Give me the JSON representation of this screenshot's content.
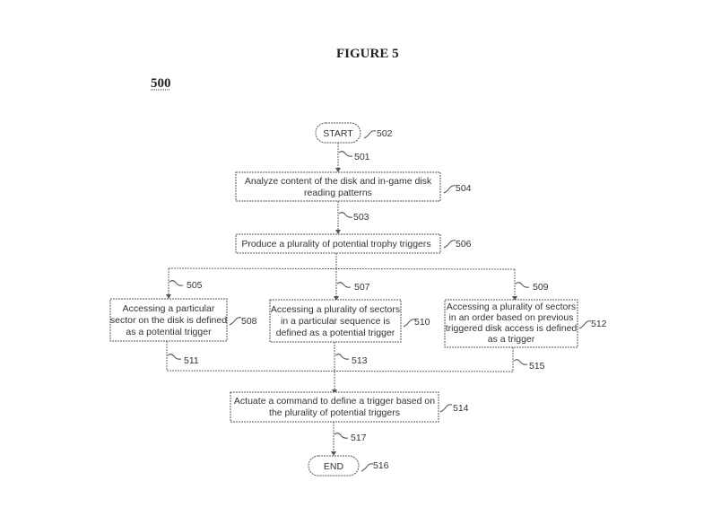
{
  "figure": {
    "title": "FIGURE 5",
    "number": "500"
  },
  "nodes": {
    "start": {
      "label": "START",
      "ref": "502"
    },
    "analyze": {
      "lines": [
        "Analyze content of the disk and in-game disk",
        "reading patterns"
      ],
      "ref": "504"
    },
    "produce": {
      "lines": [
        "Produce a plurality of potential trophy triggers"
      ],
      "ref": "506"
    },
    "branch_left": {
      "lines": [
        "Accessing a particular",
        "sector on the disk is defined",
        "as a potential trigger"
      ],
      "ref": "508"
    },
    "branch_mid": {
      "lines": [
        "Accessing a plurality of sectors",
        "in a particular sequence is",
        "defined as a potential trigger"
      ],
      "ref": "510"
    },
    "branch_right": {
      "lines": [
        "Accessing a plurality of sectors",
        "in an order based on previous",
        "triggered disk access is defined",
        "as a trigger"
      ],
      "ref": "512"
    },
    "actuate": {
      "lines": [
        "Actuate a command to define a trigger based on",
        "the plurality of potential triggers"
      ],
      "ref": "514"
    },
    "end": {
      "label": "END",
      "ref": "516"
    }
  },
  "edges": {
    "start_to_analyze": "501",
    "analyze_to_produce": "503",
    "to_left": "505",
    "to_mid": "507",
    "to_right": "509",
    "from_left": "511",
    "from_mid": "513",
    "from_right": "515",
    "actuate_to_end": "517"
  }
}
